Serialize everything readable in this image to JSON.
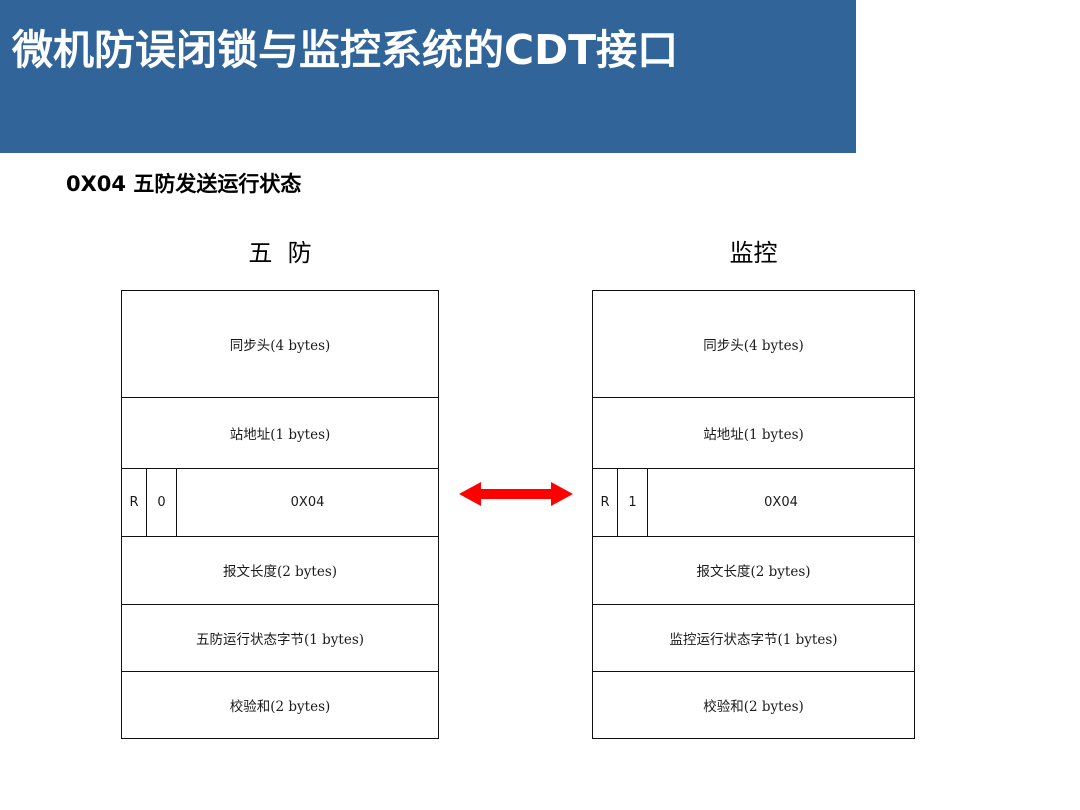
{
  "slide": {
    "title": "微机防误闭锁与监控系统的CDT接口",
    "banner_color": "#31659a",
    "subtitle": "0X04 五防发送运行状态"
  },
  "headings": {
    "left": "五  防",
    "right": "监控"
  },
  "arrow": {
    "name": "bidirectional-link-arrow",
    "color": "#ff0000"
  },
  "frames": {
    "left": {
      "name": "五防",
      "rows": [
        {
          "label": "同步头(4 bytes)"
        },
        {
          "label": "站地址(1 bytes)"
        },
        {
          "cells": [
            "R",
            "0",
            "0X04"
          ]
        },
        {
          "label": "报文长度(2 bytes)"
        },
        {
          "label": "五防运行状态字节(1 bytes)"
        },
        {
          "label": "校验和(2 bytes)"
        }
      ]
    },
    "right": {
      "name": "监控",
      "rows": [
        {
          "label": "同步头(4 bytes)"
        },
        {
          "label": "站地址(1 bytes)"
        },
        {
          "cells": [
            "R",
            "1",
            "0X04"
          ]
        },
        {
          "label": "报文长度(2 bytes)"
        },
        {
          "label": "监控运行状态字节(1 bytes)"
        },
        {
          "label": "校验和(2 bytes)"
        }
      ]
    }
  }
}
